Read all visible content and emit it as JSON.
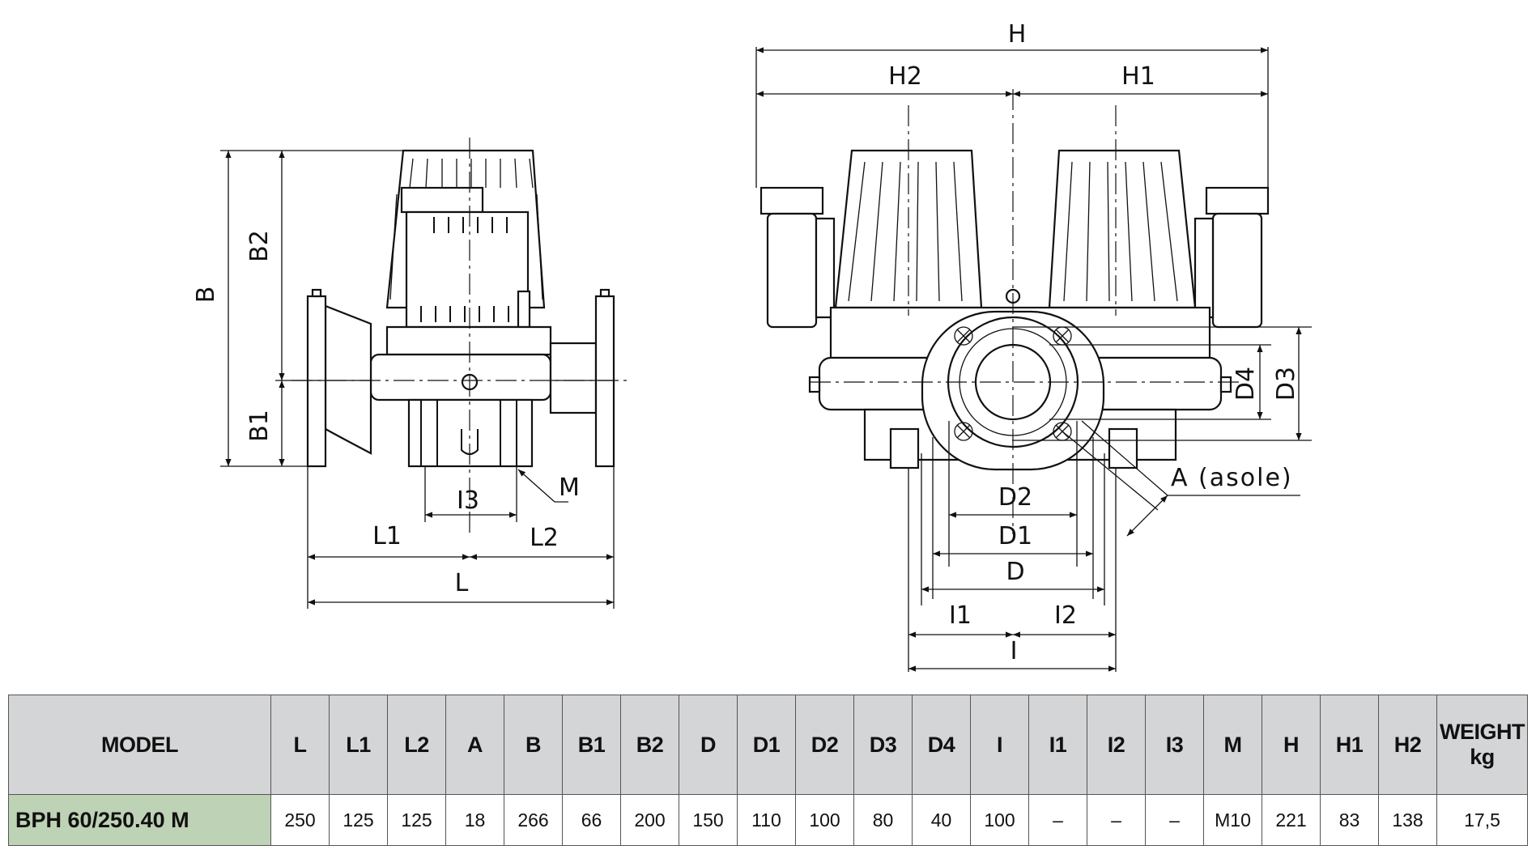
{
  "drawing": {
    "side_labels": {
      "B": "B",
      "B1": "B1",
      "B2": "B2",
      "L": "L",
      "L1": "L1",
      "L2": "L2",
      "I3": "I3",
      "M": "M"
    },
    "front_labels": {
      "H": "H",
      "H1": "H1",
      "H2": "H2",
      "D": "D",
      "D1": "D1",
      "D2": "D2",
      "D3": "D3",
      "D4": "D4",
      "I": "I",
      "I1": "I1",
      "I2": "I2",
      "A": "A (asole)"
    }
  },
  "table": {
    "headers": [
      "MODEL",
      "L",
      "L1",
      "L2",
      "A",
      "B",
      "B1",
      "B2",
      "D",
      "D1",
      "D2",
      "D3",
      "D4",
      "I",
      "I1",
      "I2",
      "I3",
      "M",
      "H",
      "H1",
      "H2"
    ],
    "weight_header": {
      "line1": "WEIGHT",
      "line2": "kg"
    },
    "row": {
      "model": "BPH 60/250.40 M",
      "values": [
        "250",
        "125",
        "125",
        "18",
        "266",
        "66",
        "200",
        "150",
        "110",
        "100",
        "80",
        "40",
        "100",
        "–",
        "–",
        "–",
        "M10",
        "221",
        "83",
        "138",
        "17,5"
      ]
    }
  }
}
